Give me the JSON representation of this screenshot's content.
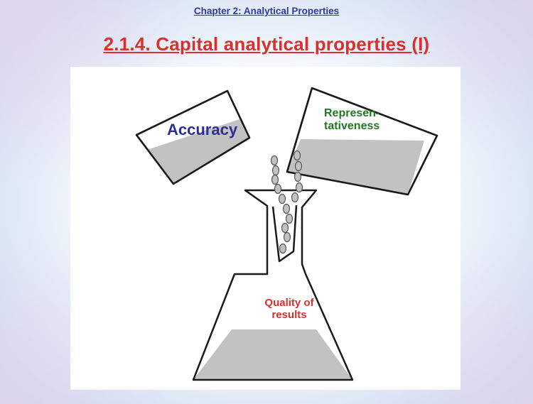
{
  "header": {
    "chapter": "Chapter 2: Analytical Properties",
    "title": "2.1.4. Capital analytical properties (I)"
  },
  "diagram": {
    "left_beaker_label": "Accuracy",
    "right_beaker_label_line1": "Represen-",
    "right_beaker_label_line2": "tativeness",
    "flask_label_line1": "Quality of",
    "flask_label_line2": "results"
  },
  "colors": {
    "chapter_text": "#2b3aa8",
    "title_text": "#d9302c",
    "accuracy_text": "#2b2f96",
    "representativeness_text": "#1e7a1e",
    "quality_text": "#d9302c",
    "liquid_fill": "#c2c2c2",
    "outline": "#1a1a1a"
  }
}
